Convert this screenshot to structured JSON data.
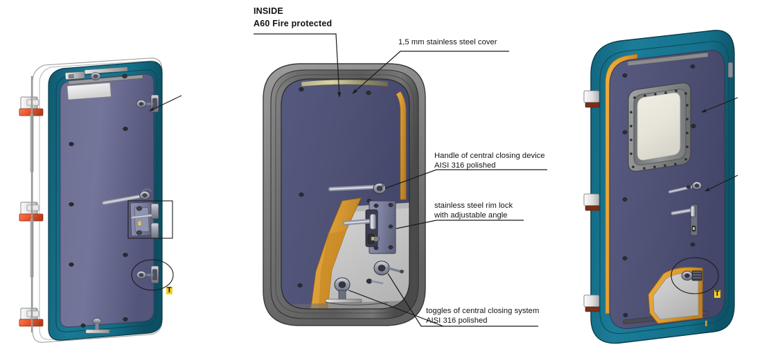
{
  "drawing": {
    "title_block": {
      "heading_line1": "INSIDE",
      "heading_line2": "A60 Fire protected"
    },
    "annotations": [
      {
        "id": "cover",
        "line1": "1,5 mm stainless steel cover",
        "line2": ""
      },
      {
        "id": "handle",
        "line1": "Handle of central closing device",
        "line2": "AISI 316 polished"
      },
      {
        "id": "rimlock",
        "line1": "stainless steel rim lock",
        "line2": "with adjustable angle"
      },
      {
        "id": "toggles",
        "line1": "toggles of central closing system",
        "line2": "AISI 316 polished"
      }
    ],
    "section_markers": [
      {
        "id": "left-door-detail",
        "label": "T"
      },
      {
        "id": "right-door-detail",
        "label": "T"
      }
    ],
    "views": [
      {
        "id": "left-view",
        "name": "door-left-inside-view",
        "frame_color": "#14687f",
        "panel_color": "#5b5d80",
        "hinge_color": "#e8532b",
        "hinge_count": 3,
        "has_window": false,
        "has_cutaway": false
      },
      {
        "id": "middle-view",
        "name": "door-middle-section-view",
        "frame_color": "#6e6e6e",
        "panel_color": "#4f5275",
        "insulation_color": "#d99b33",
        "cut_face_color": "#c9c9c9",
        "has_window": false,
        "has_cutaway": true
      },
      {
        "id": "right-view",
        "name": "door-right-outside-view",
        "frame_color": "#14687f",
        "panel_color": "#4f5274",
        "insulation_color": "#e09c2e",
        "window_glass_color": "#e9e7dc",
        "window_bezel_color": "#8d8f90",
        "has_window": true,
        "has_cutaway": true
      }
    ],
    "palette": {
      "leader_line": "#1a1a1a",
      "background": "#ffffff",
      "text": "#111111",
      "marker_highlight": "#f2d024"
    }
  }
}
